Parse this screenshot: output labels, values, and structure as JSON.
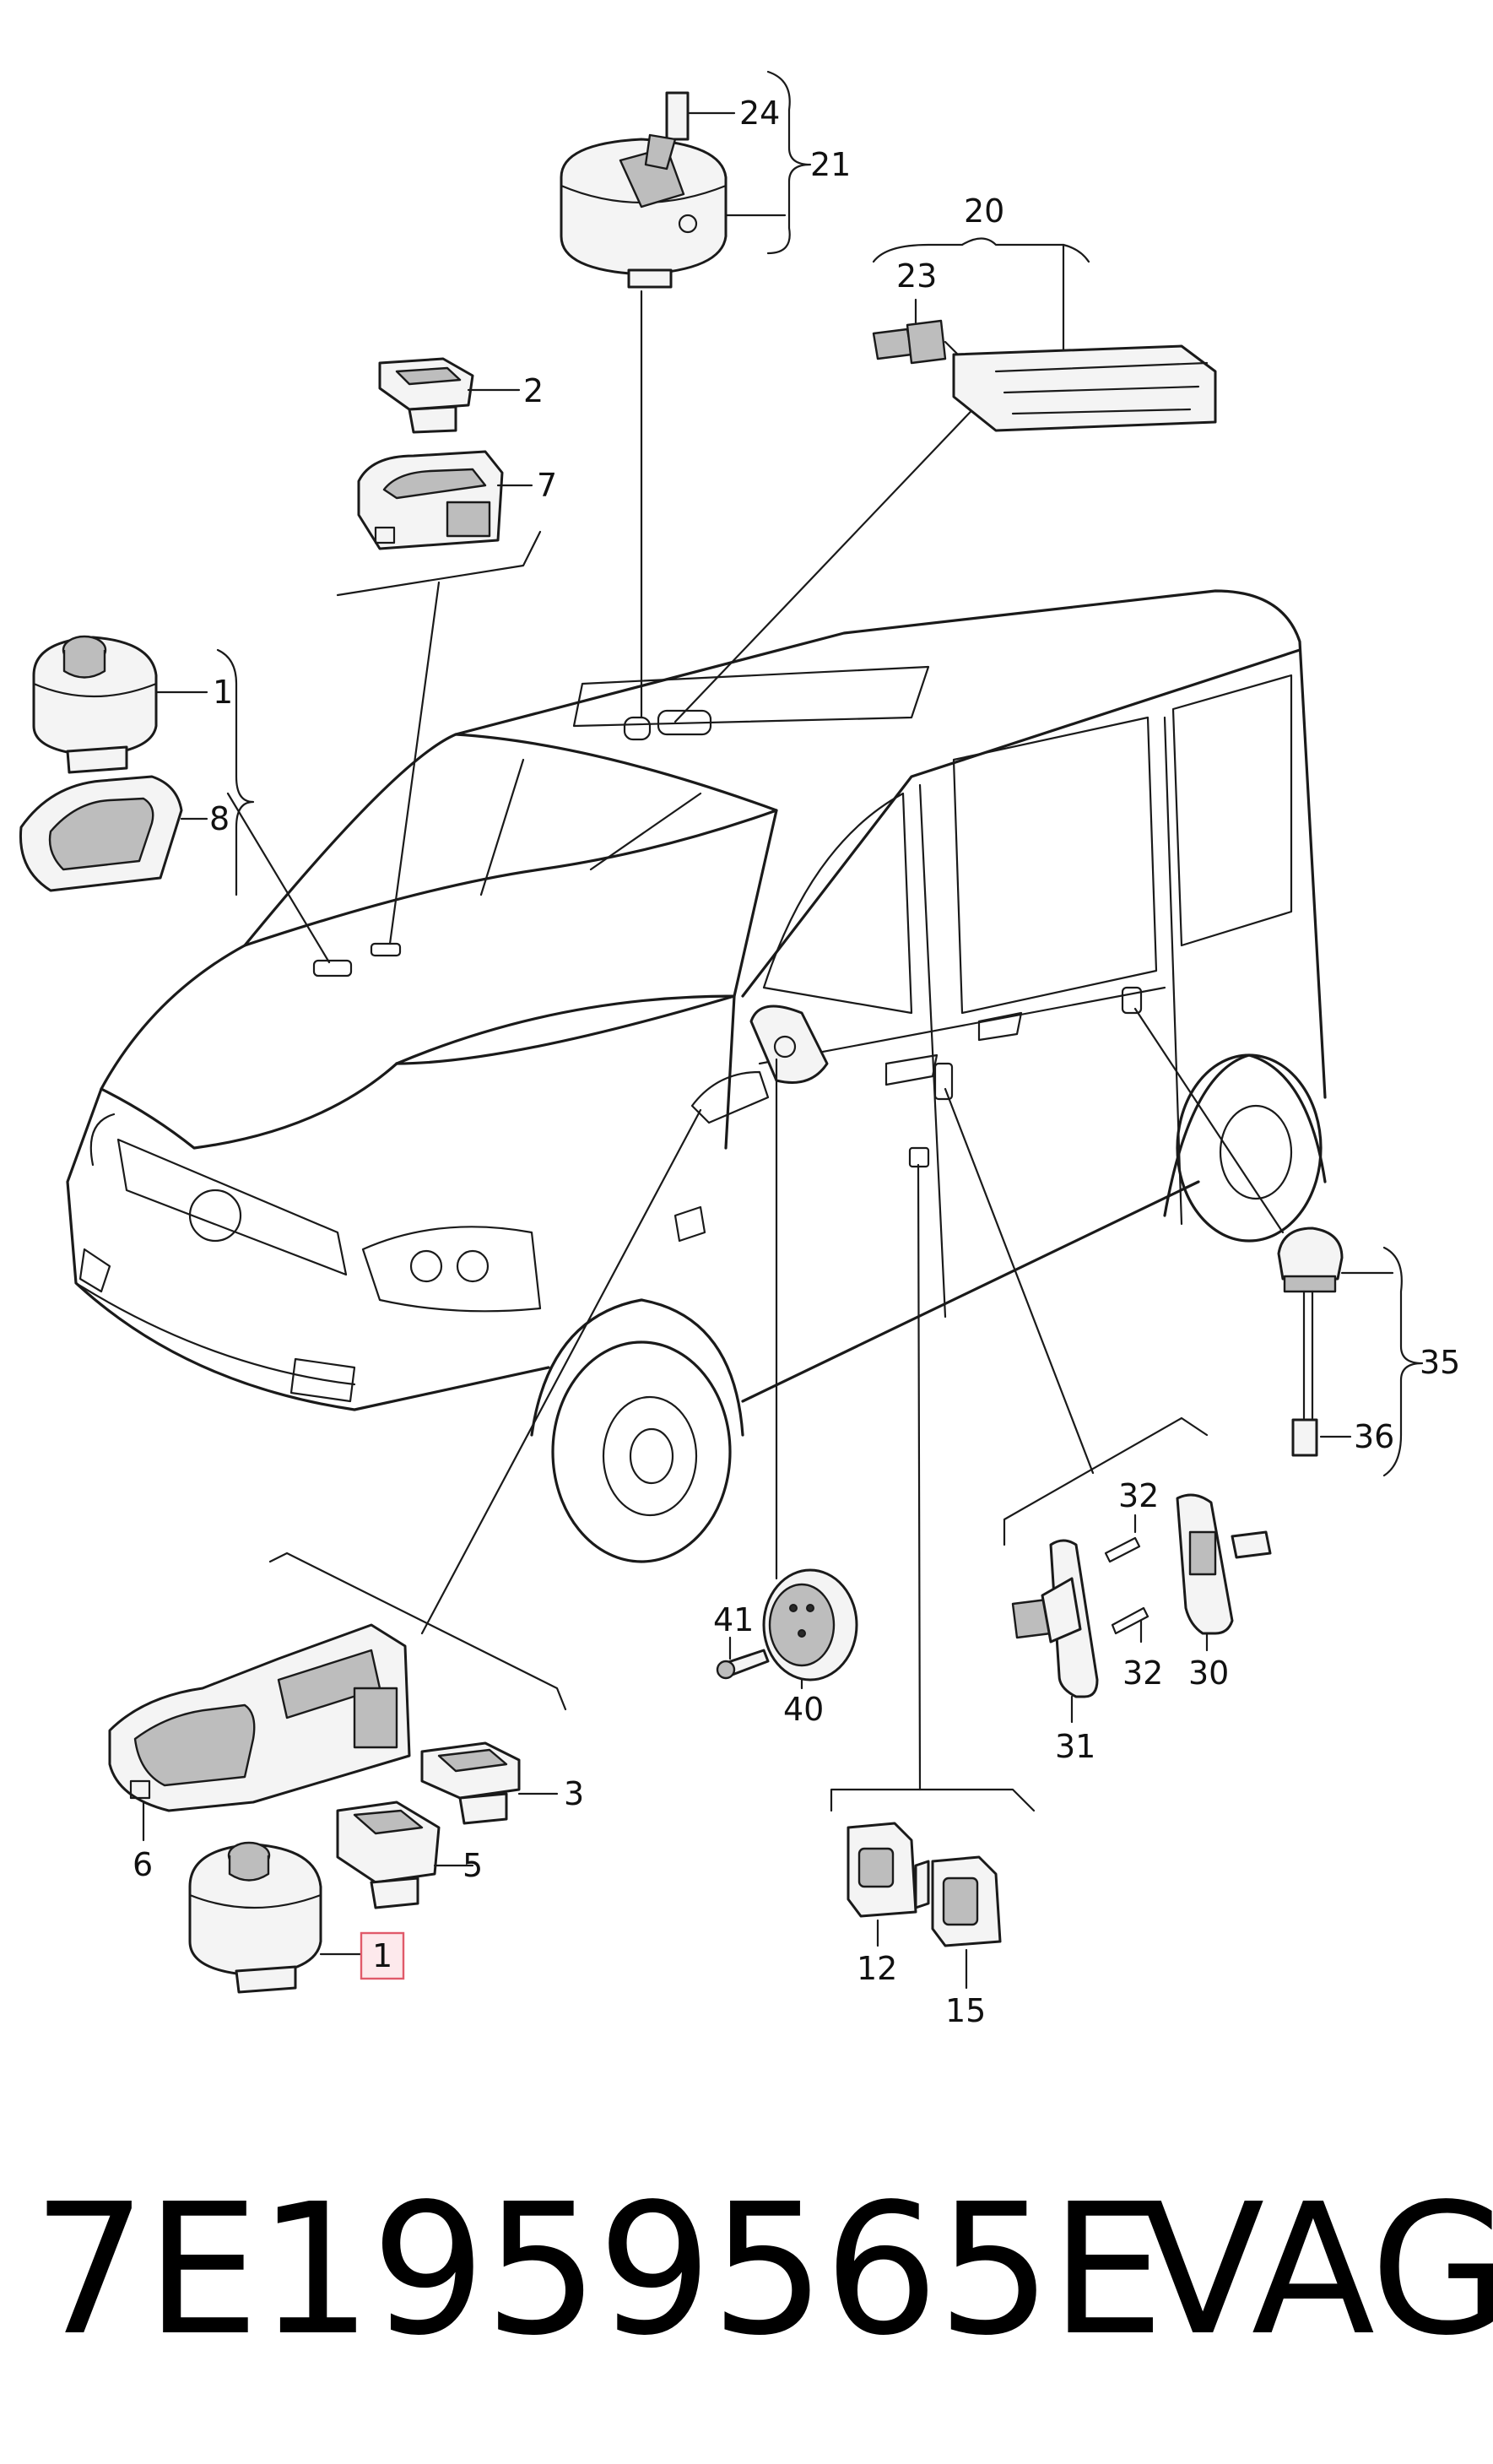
{
  "diagram": {
    "labels": {
      "l1a": "1",
      "l8": "8",
      "l2": "2",
      "l7": "7",
      "l24": "24",
      "l21": "21",
      "l20": "20",
      "l23": "23",
      "l35": "35",
      "l36": "36",
      "l32a": "32",
      "l32b": "32",
      "l30": "30",
      "l31": "31",
      "l41": "41",
      "l40": "40",
      "l3": "3",
      "l5": "5",
      "l6": "6",
      "l1b": "1",
      "l12": "12",
      "l15": "15"
    },
    "highlight_color": "#e05a6a"
  },
  "footer": {
    "part_number": "7E1959565E",
    "brand": "VAG"
  }
}
